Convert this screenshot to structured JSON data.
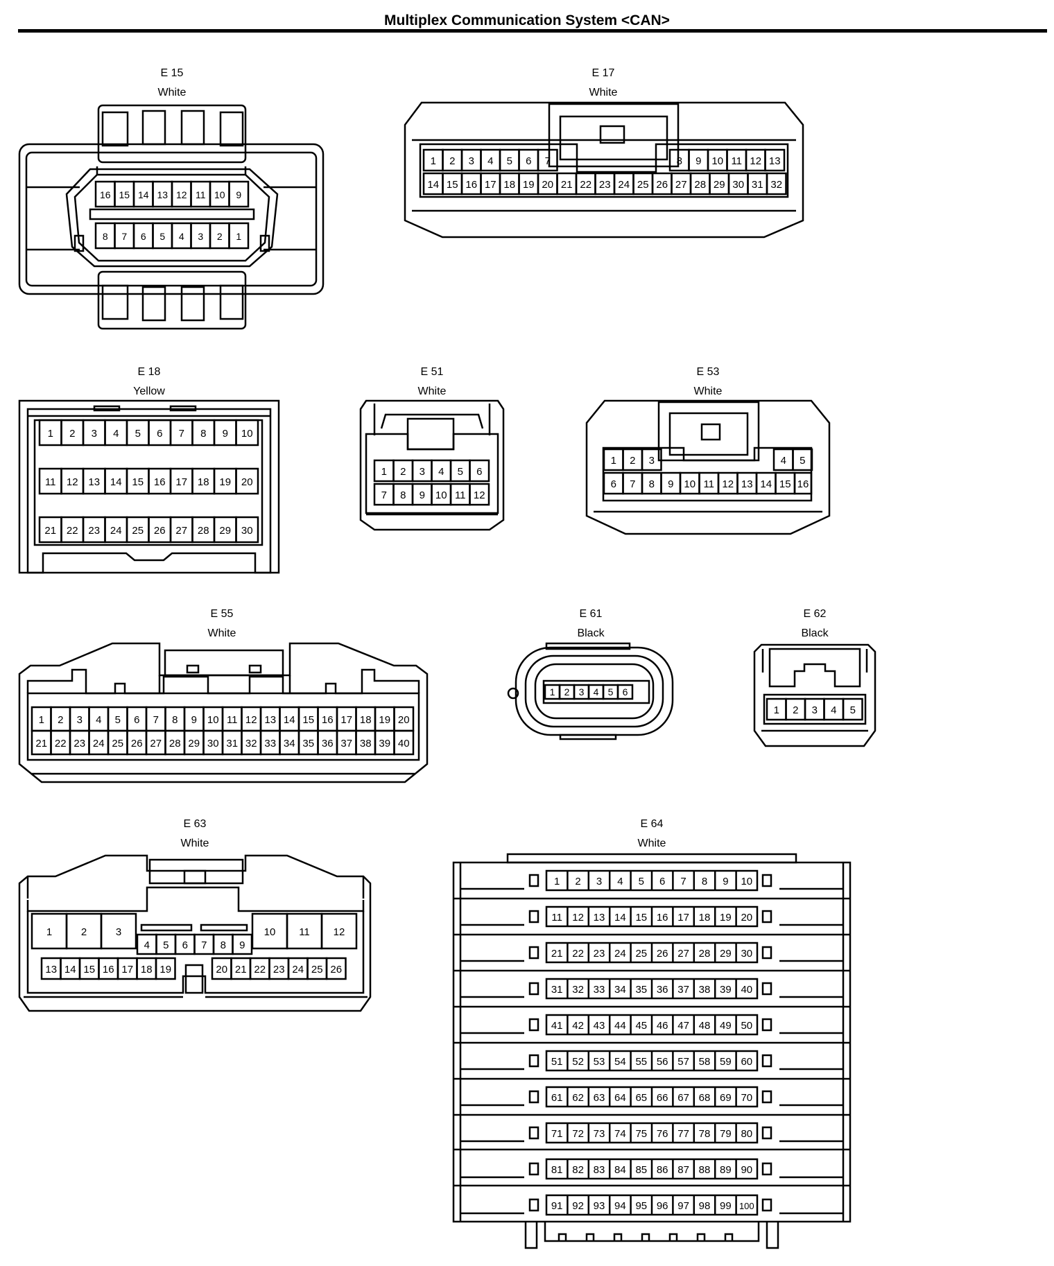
{
  "page": {
    "title": "Multiplex Communication System <CAN>"
  },
  "connectors": {
    "e15": {
      "code": "E 15",
      "color": "White"
    },
    "e17": {
      "code": "E 17",
      "color": "White"
    },
    "e18": {
      "code": "E 18",
      "color": "Yellow"
    },
    "e51": {
      "code": "E 51",
      "color": "White"
    },
    "e53": {
      "code": "E 53",
      "color": "White"
    },
    "e55": {
      "code": "E 55",
      "color": "White"
    },
    "e61": {
      "code": "E 61",
      "color": "Black"
    },
    "e62": {
      "code": "E 62",
      "color": "Black"
    },
    "e63": {
      "code": "E 63",
      "color": "White"
    },
    "e64": {
      "code": "E 64",
      "color": "White"
    }
  }
}
